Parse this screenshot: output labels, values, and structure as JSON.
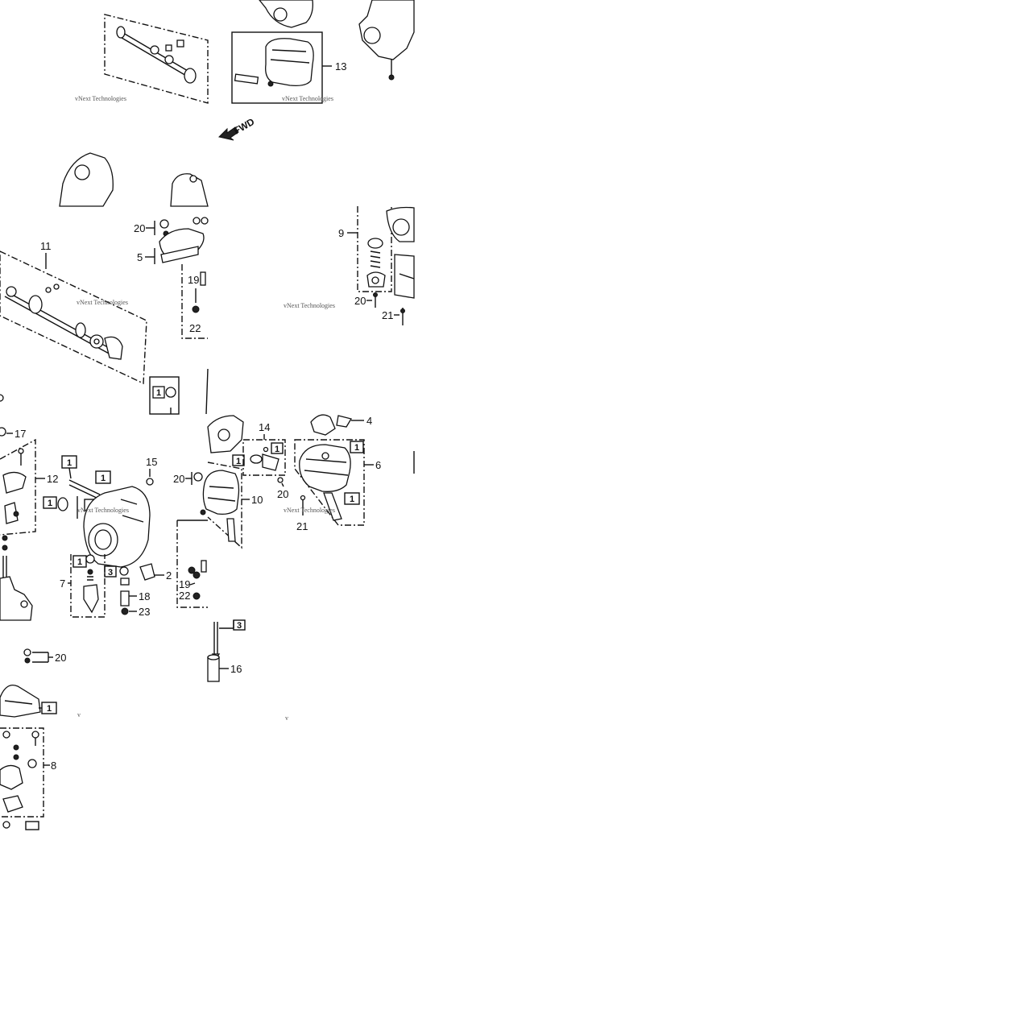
{
  "diagram": {
    "watermark": "vNext Technologies",
    "fwd_label": "FWD",
    "callouts": [
      {
        "id": "c13",
        "text": "13"
      },
      {
        "id": "c11",
        "text": "11"
      },
      {
        "id": "c20a",
        "text": "20"
      },
      {
        "id": "c5",
        "text": "5"
      },
      {
        "id": "c19a",
        "text": "19"
      },
      {
        "id": "c22a",
        "text": "22"
      },
      {
        "id": "c9",
        "text": "9"
      },
      {
        "id": "c20b",
        "text": "20"
      },
      {
        "id": "c21a",
        "text": "21"
      },
      {
        "id": "c17",
        "text": "17"
      },
      {
        "id": "c12",
        "text": "12"
      },
      {
        "id": "c15",
        "text": "15"
      },
      {
        "id": "c14",
        "text": "14"
      },
      {
        "id": "c4",
        "text": "4"
      },
      {
        "id": "c6",
        "text": "6"
      },
      {
        "id": "c20c",
        "text": "20"
      },
      {
        "id": "c10",
        "text": "10"
      },
      {
        "id": "c20d",
        "text": "20"
      },
      {
        "id": "c21b",
        "text": "21"
      },
      {
        "id": "c7",
        "text": "7"
      },
      {
        "id": "c2",
        "text": "2"
      },
      {
        "id": "c18",
        "text": "18"
      },
      {
        "id": "c23",
        "text": "23"
      },
      {
        "id": "c19b",
        "text": "19"
      },
      {
        "id": "c22b",
        "text": "22"
      },
      {
        "id": "c16",
        "text": "16"
      },
      {
        "id": "c20e",
        "text": "20"
      },
      {
        "id": "c8",
        "text": "8"
      }
    ],
    "boxed_refs": [
      {
        "id": "b1a",
        "text": "1"
      },
      {
        "id": "b1b",
        "text": "1"
      },
      {
        "id": "b1c",
        "text": "1"
      },
      {
        "id": "b1d",
        "text": "1"
      },
      {
        "id": "b1e",
        "text": "1"
      },
      {
        "id": "b1f",
        "text": "1"
      },
      {
        "id": "b1g",
        "text": "1"
      },
      {
        "id": "b1h",
        "text": "1"
      },
      {
        "id": "b1i",
        "text": "1"
      },
      {
        "id": "b1j",
        "text": "1"
      },
      {
        "id": "b3a",
        "text": "3"
      },
      {
        "id": "b3b",
        "text": "3"
      }
    ]
  }
}
